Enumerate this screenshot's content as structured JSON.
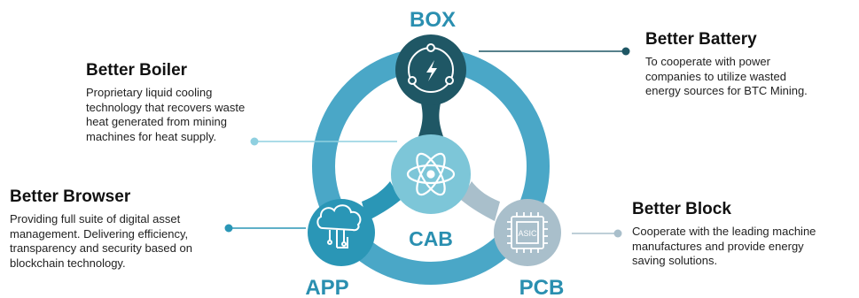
{
  "nodes": {
    "box": "BOX",
    "cab": "CAB",
    "app": "APP",
    "pcb": "PCB",
    "asic": "ASIC"
  },
  "blocks": {
    "battery": {
      "title": "Better Battery",
      "lines": [
        "To cooperate with power",
        "companies to utilize wasted",
        "energy sources for BTC Mining."
      ]
    },
    "boiler": {
      "title": "Better Boiler",
      "lines": [
        "Proprietary liquid cooling",
        "technology that recovers waste",
        "heat generated from mining",
        "machines for heat supply."
      ]
    },
    "browser": {
      "title": "Better Browser",
      "lines": [
        "Providing full suite of digital asset",
        "management. Delivering efficiency,",
        "transparency and security based on",
        "blockchain technology."
      ]
    },
    "block": {
      "title": "Better Block",
      "lines": [
        "Cooperate with the leading machine",
        "manufactures and provide energy",
        "saving solutions."
      ]
    }
  },
  "colors": {
    "ring": "#4aa7c7",
    "box_node": "#1f5765",
    "cab_node": "#7dc6d8",
    "app_node": "#2a96b6",
    "pcb_node": "#a9bfcb",
    "label_teal": "#2a8fb0",
    "connector_dark": "#1f5765",
    "connector_light": "#8fd0e0",
    "connector_grey": "#a9bfcb"
  }
}
